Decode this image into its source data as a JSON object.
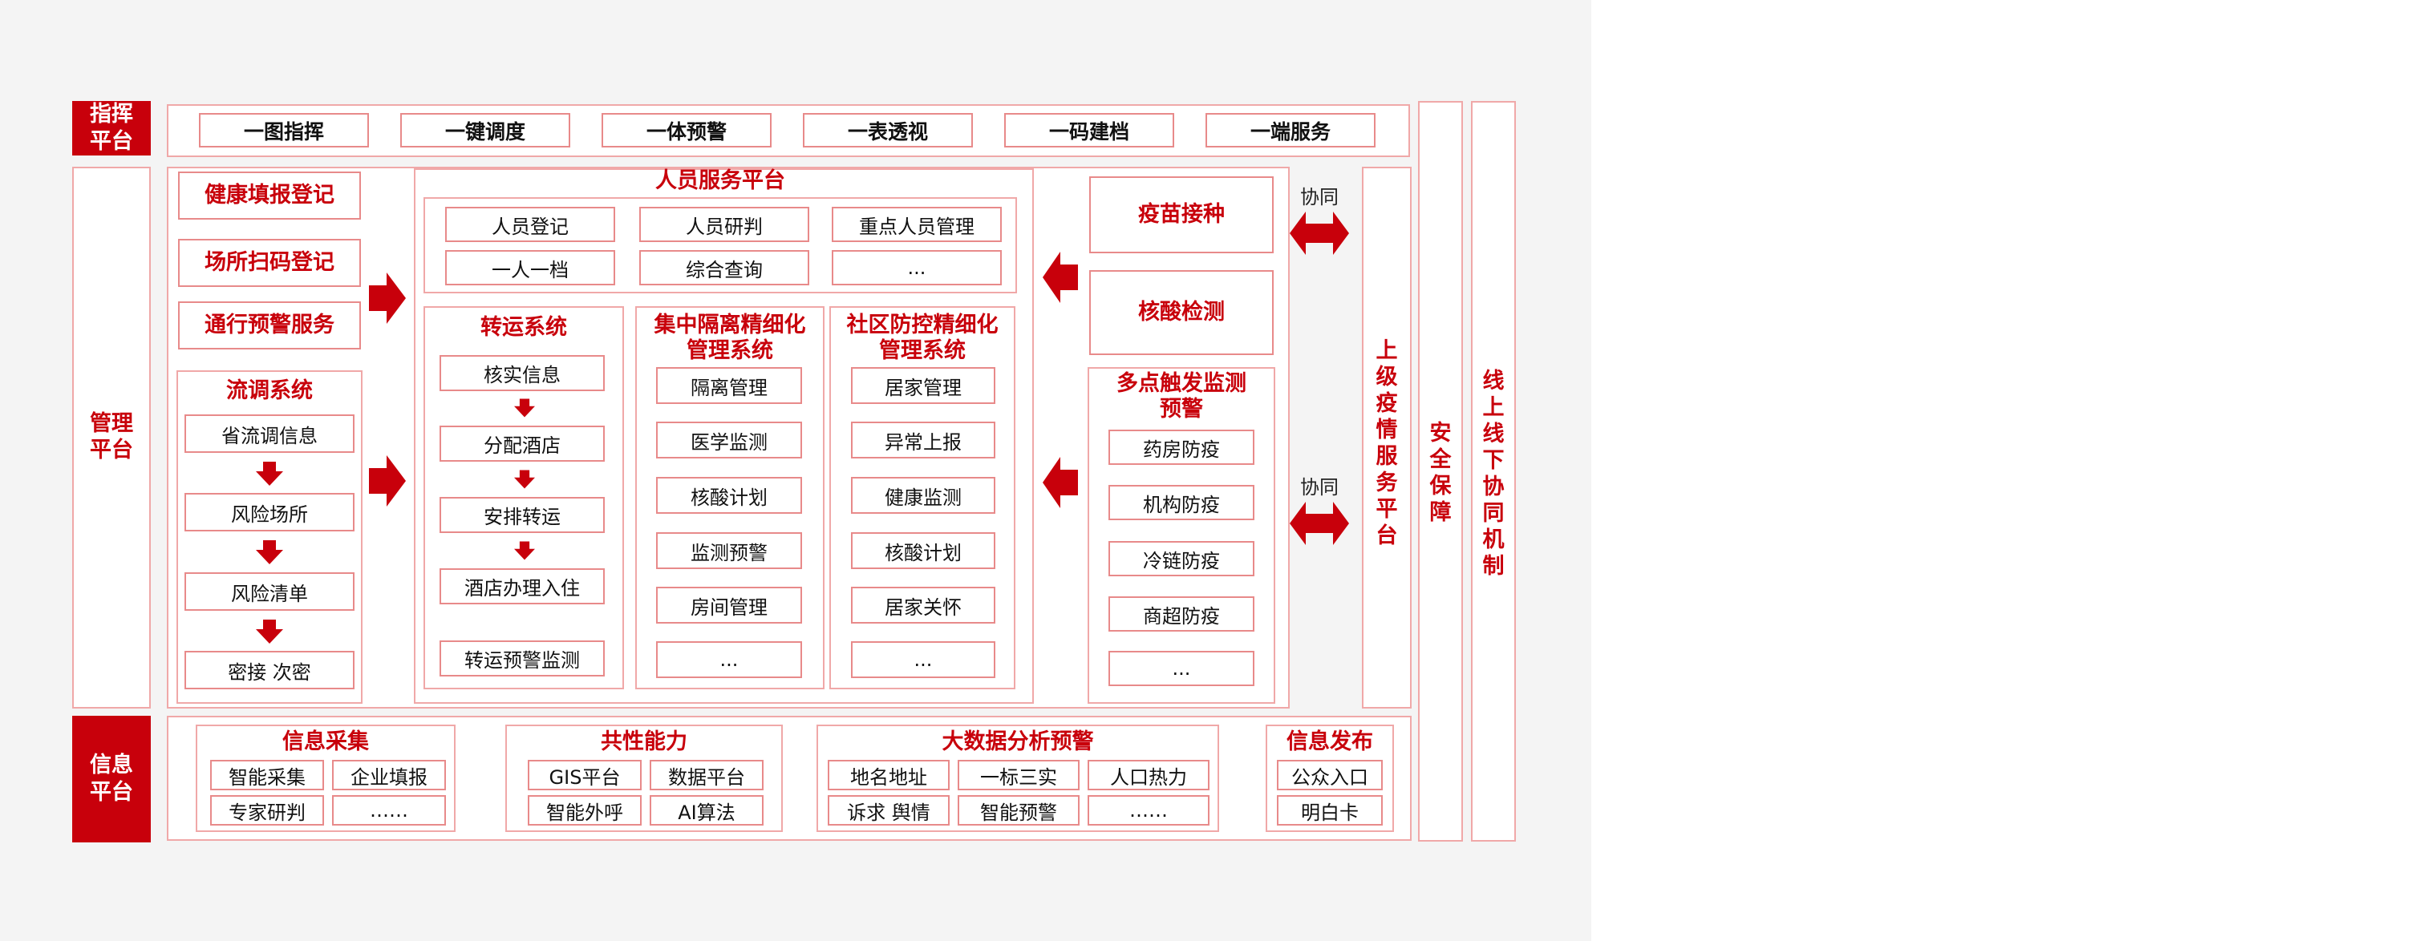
{
  "command": {
    "band": "指挥\n平台",
    "items": [
      "一图指挥",
      "一键调度",
      "一体预警",
      "一表透视",
      "一码建档",
      "一端服务"
    ]
  },
  "management": {
    "band": "管理\n平台",
    "left_items": [
      "健康填报登记",
      "场所扫码登记",
      "通行预警服务"
    ],
    "flow": {
      "title": "流调系统",
      "items": [
        "省流调信息",
        "风险场所",
        "风险清单",
        "密接  次密"
      ]
    },
    "person_platform": {
      "title": "人员服务平台",
      "rows": [
        [
          "人员登记",
          "人员研判",
          "重点人员管理"
        ],
        [
          "一人一档",
          "综合查询",
          "..."
        ]
      ]
    },
    "transfer": {
      "title": "转运系统",
      "items": [
        "核实信息",
        "分配酒店",
        "安排转运",
        "酒店办理入住"
      ],
      "extra": "转运预警监测"
    },
    "quarantine": {
      "title": "集中隔离精细化\n管理系统",
      "items": [
        "隔离管理",
        "医学监测",
        "核酸计划",
        "监测预警",
        "房间管理",
        "..."
      ]
    },
    "community": {
      "title": "社区防控精细化\n管理系统",
      "items": [
        "居家管理",
        "异常上报",
        "健康监测",
        "核酸计划",
        "居家关怀",
        "..."
      ]
    },
    "vaccine": "疫苗接种",
    "nucleic": "核酸检测",
    "multipoint": {
      "title": "多点触发监测\n预警",
      "items": [
        "药房防疫",
        "机构防疫",
        "冷链防疫",
        "商超防疫",
        "..."
      ]
    },
    "cooperate_label": "协同"
  },
  "information": {
    "band": "信息\n平台",
    "collect": {
      "title": "信息采集",
      "rows": [
        [
          "智能采集",
          "企业填报"
        ],
        [
          "专家研判",
          "……"
        ]
      ]
    },
    "common": {
      "title": "共性能力",
      "rows": [
        [
          "GIS平台",
          "数据平台"
        ],
        [
          "智能外呼",
          "AI算法"
        ]
      ]
    },
    "bigdata": {
      "title": "大数据分析预警",
      "rows": [
        [
          "地名地址",
          "一标三实",
          "人口热力"
        ],
        [
          "诉求  舆情",
          "智能预警",
          "……"
        ]
      ]
    },
    "publish": {
      "title": "信息发布",
      "items": [
        "公众入口",
        "明白卡"
      ]
    }
  },
  "side": {
    "superior": [
      "上",
      "级",
      "疫",
      "情",
      "服",
      "务",
      "平",
      "台"
    ],
    "security": [
      "安",
      "全",
      "保",
      "障"
    ],
    "online": [
      "线",
      "上",
      "线",
      "下",
      "协",
      "同",
      "机",
      "制"
    ]
  },
  "colors": {
    "accent": "#c8000b",
    "outline": "#f0a8a8",
    "background": "#f4f4f4"
  }
}
